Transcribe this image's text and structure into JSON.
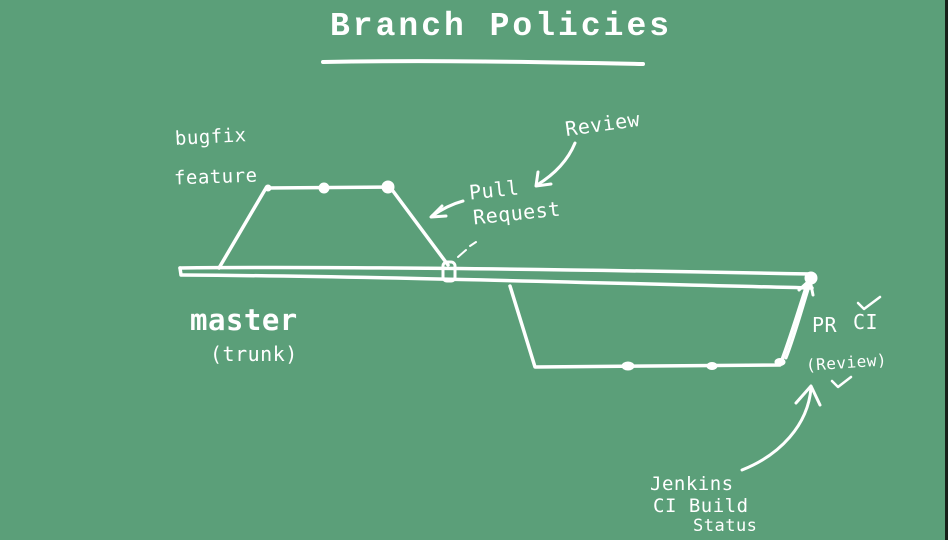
{
  "title": "Branch Policies",
  "labels": {
    "bugfix": "bugfix",
    "feature": "feature",
    "review_top": "Review",
    "pull": "Pull",
    "request": "Request",
    "master": "master",
    "trunk": "(trunk)",
    "pr": "PR",
    "ci": "CI",
    "review_right": "(Review)",
    "jenkins": "Jenkins",
    "ci_build": "CI  Build",
    "status": "Status"
  },
  "colors": {
    "board": "#5b9f79",
    "chalk": "#ffffff"
  }
}
